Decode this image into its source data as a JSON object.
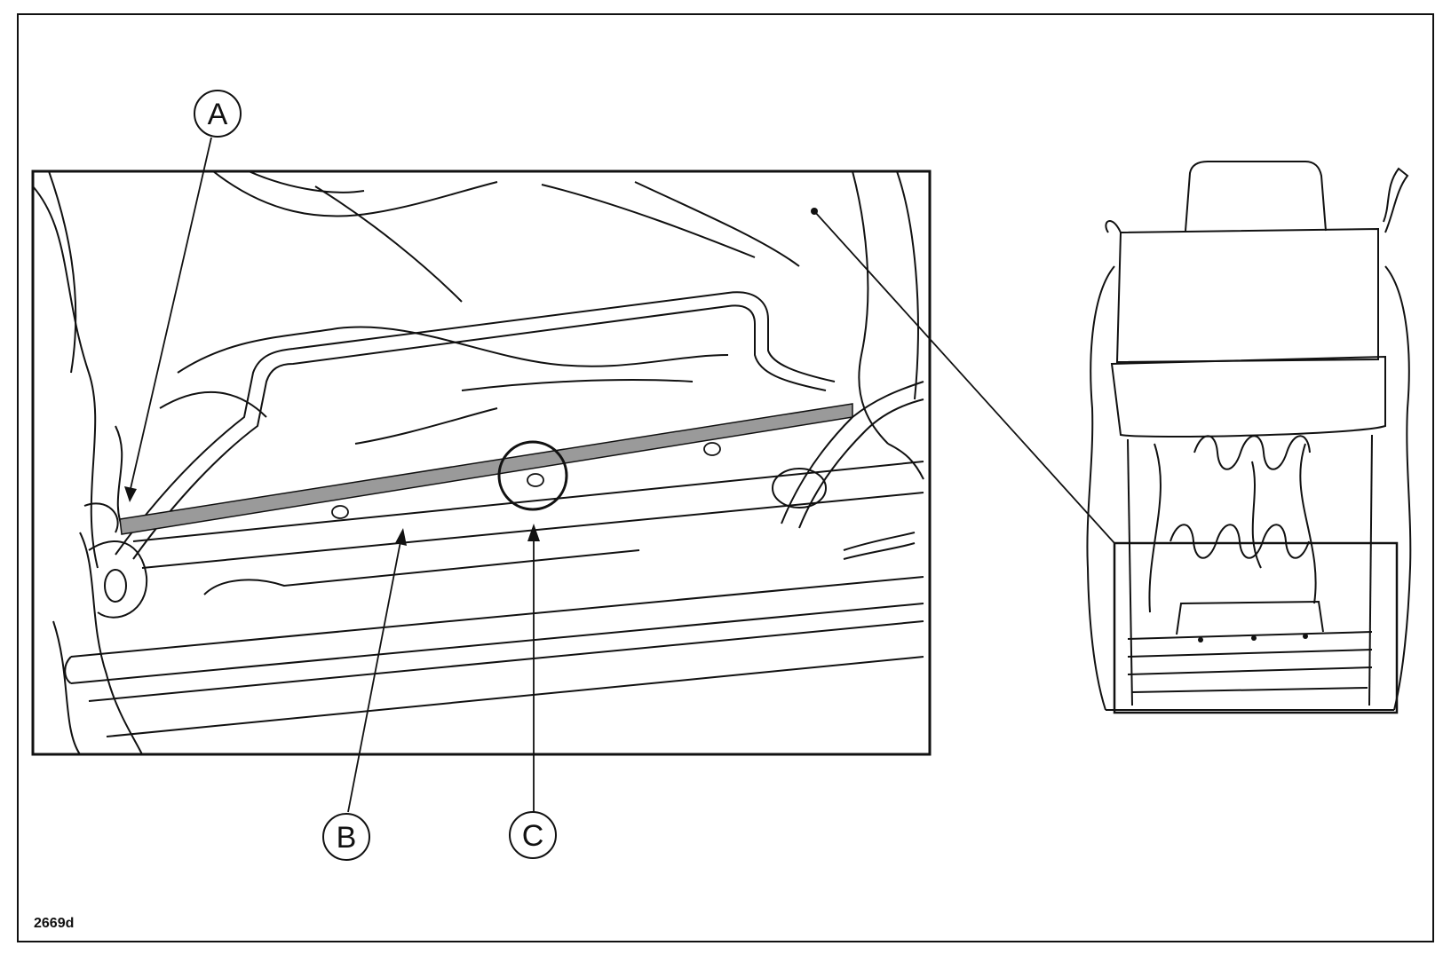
{
  "figure": {
    "id_label": "2669d"
  },
  "callouts": {
    "a": "A",
    "b": "B",
    "c": "C"
  },
  "colors": {
    "line": "#111111",
    "highlight_strip": "#9a9a9a",
    "background": "#ffffff"
  }
}
